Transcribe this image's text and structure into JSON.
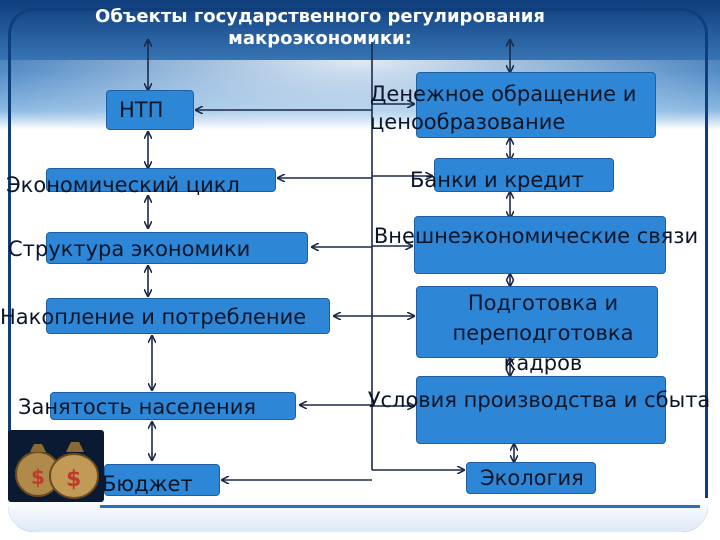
{
  "title": "Объекты государственного регулирования макроэкономики:",
  "left_items": [
    {
      "id": "ntp",
      "label": "НТП"
    },
    {
      "id": "cycle",
      "label": "Экономический цикл"
    },
    {
      "id": "structure",
      "label": "Структура экономики"
    },
    {
      "id": "accum",
      "label": "Накопление и потребление"
    },
    {
      "id": "employment",
      "label": "Занятость населения"
    },
    {
      "id": "budget",
      "label": "Бюджет"
    }
  ],
  "right_items": [
    {
      "id": "money",
      "label": "Денежное обращение и ценообразование"
    },
    {
      "id": "banks",
      "label": "Банки и кредит"
    },
    {
      "id": "foreign",
      "label": "Внешнеэкономические связи"
    },
    {
      "id": "training",
      "label": "Подготовка и переподготовка кадров"
    },
    {
      "id": "production",
      "label": "Условия производства и сбыта"
    },
    {
      "id": "ecology",
      "label": "Экология"
    }
  ],
  "colors": {
    "box_fill": "#2e86d6",
    "connector": "#1b2a4a",
    "header": "#0f3e7c"
  },
  "icons": [
    "money-bags-icon"
  ]
}
